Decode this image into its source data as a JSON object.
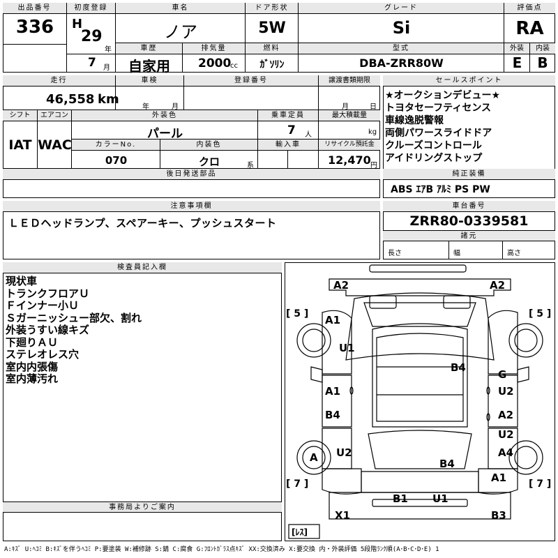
{
  "header": {
    "lot_no_label": "出品番号",
    "lot_no": "336",
    "first_reg_label": "初度登録",
    "era": "H",
    "reg_year": "29",
    "year_unit": "年",
    "reg_month": "7",
    "month_unit": "月",
    "model_name_label": "車名",
    "model_name": "ノア",
    "door_label": "ドア形状",
    "door": "5W",
    "grade_label": "グレード",
    "grade": "Si",
    "score_label": "評価点",
    "score": "RA",
    "history_label": "車歴",
    "history": "自家用",
    "displacement_label": "排気量",
    "displacement": "2000",
    "displacement_unit": "cc",
    "fuel_label": "燃料",
    "fuel": "ｶﾞｿﾘﾝ",
    "type_label": "型式",
    "type": "DBA-ZRR80W",
    "ext_label": "外装",
    "ext": "E",
    "int_label": "内装",
    "int": "B"
  },
  "row2": {
    "mileage_label": "走行",
    "mileage": "46,558",
    "mileage_unit": "km",
    "inspection_label": "車検",
    "inspection_year_unit": "年",
    "inspection_month_unit": "月",
    "reg_no_label": "登録番号",
    "transfer_label": "譲渡書類期限",
    "transfer_month_unit": "月",
    "transfer_day_unit": "日",
    "shift_label": "シフト",
    "shift": "IAT",
    "ac_label": "エアコン",
    "ac": "WAC",
    "color_label": "外装色",
    "color": "パール",
    "capacity_label": "乗車定員",
    "capacity": "7",
    "capacity_unit": "人",
    "load_label": "最大積載量",
    "load_unit": "kg",
    "color_no_label": "カラーNo.",
    "color_no": "070",
    "interior_color_label": "内装色",
    "interior_color": "クロ",
    "interior_color_unit": "系",
    "import_label": "輸入車",
    "recycle_label": "リサイクル預託金",
    "recycle": "12,470",
    "recycle_unit": "円",
    "later_parts_label": "後日発送部品"
  },
  "sales_points": {
    "label": "セールスポイント",
    "items": [
      "★オークションデビュー★",
      "トヨタセーフティセンス",
      "車線逸脱警報",
      "両側パワースライドドア",
      "クルーズコントロール",
      "アイドリングストップ"
    ]
  },
  "equipment": {
    "label": "純正装備",
    "items": "ABS ｴｱB ｱﾙﾐ PS PW"
  },
  "notes": {
    "label": "注意事項欄",
    "text": "ＬＥＤヘッドランプ、スペアーキー、プッシュスタート"
  },
  "chassis": {
    "label": "車台番号",
    "value": "ZRR80-0339581",
    "specs_label": "諸元",
    "length_label": "長さ",
    "width_label": "幅",
    "height_label": "高さ"
  },
  "inspector": {
    "label": "検査員記入欄",
    "lines": [
      "現状車",
      "トランクフロアＵ",
      "Ｆインナー小Ｕ",
      "Ｓガーニッシュー部欠、割れ",
      "外装うすい線キズ",
      "下廻りＡＵ",
      "ステレオレス穴",
      "室内内張傷",
      "室内薄汚れ"
    ]
  },
  "office": {
    "label": "事務局よりご案内"
  },
  "diagram": {
    "marks": [
      "A2",
      "A2",
      "A1",
      "U1",
      "A1",
      "B4",
      "B4",
      "G",
      "U2",
      "A2",
      "U2",
      "A4",
      "U2",
      "A1",
      "B4",
      "B1",
      "U1",
      "X1",
      "B3"
    ],
    "tire_labels": [
      "[ 5 ]",
      "[ 5 ]",
      "[ 7 ]",
      "[ 7 ]"
    ],
    "tire_circle_mark": "A",
    "spare_label": "[ﾚｽ]"
  },
  "legend": "A:ｷｽﾞ U:ﾍｺﾐ B:ｷｽﾞを伴うﾍｺﾐ P:要塗装 W:補修跡 S:錆 C:腐食 G:ﾌﾛﾝﾄｶﾞﾗｽ点ｷｽﾞ XX:交換済み X:要交換 内・外装評価 5段階ﾗﾝｸ順(A･B･C･D･E) 1"
}
